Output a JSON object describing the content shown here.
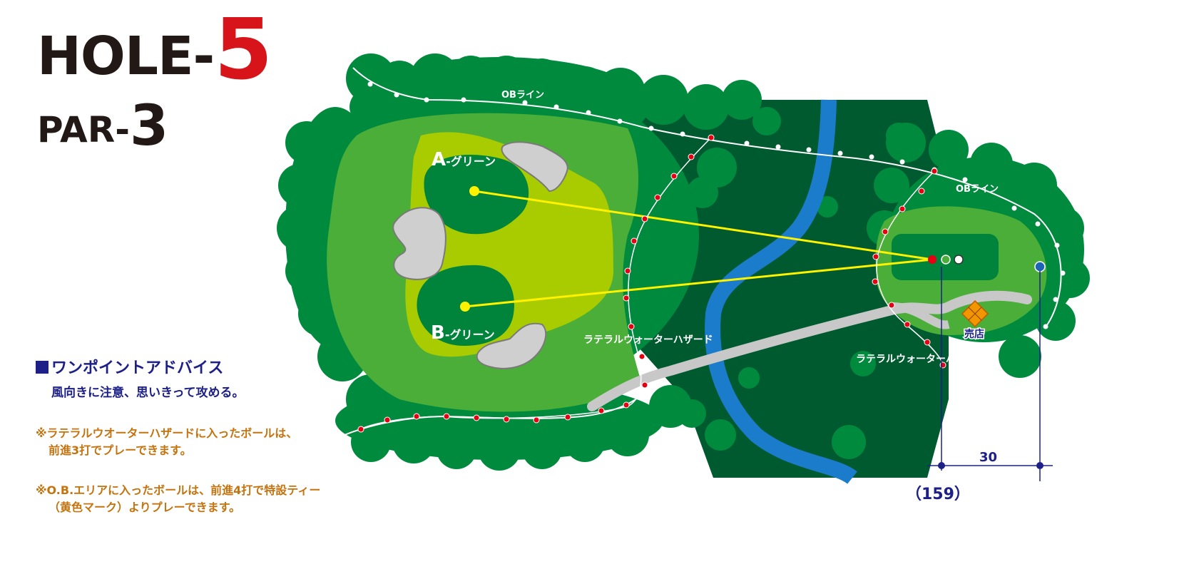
{
  "header": {
    "hole_prefix": "HOLE-",
    "hole_number": "5",
    "par_prefix": "PAR-",
    "par_number": "3"
  },
  "advice": {
    "heading": "ワンポイントアドバイス",
    "text": "風向きに注意、思いきって攻める。"
  },
  "notes": [
    {
      "line1": "※ラテラルウオーターハザードに入ったボールは、",
      "line2": "前進3打でプレーできます。"
    },
    {
      "line1": "※O.B.エリアに入ったボールは、前進4打で特設ティー",
      "line2": "（黄色マーク）よりプレーできます。"
    }
  ],
  "map_labels": {
    "ob_line_left": "OBライン",
    "ob_line_right": "OBライン",
    "green_a_letter": "A",
    "green_a_suffix": "-グリーン",
    "green_b_letter": "B",
    "green_b_suffix": "-グリーン",
    "water_hazard_center": "ラテラルウォーターハザード",
    "water_hazard_right": "ラテラルウォーターハザード",
    "shop": "売店",
    "distance_30": "30",
    "distance_159": "（159）"
  },
  "colors": {
    "forest": "#008a3e",
    "rough": "#4aae38",
    "fairway": "#a9cc00",
    "green": "#00833a",
    "dark_forest": "#005a30",
    "water": "#1b7ccc",
    "path": "#c8c8c8",
    "bunker": "#cfcfcf",
    "shot_line": "#fff200",
    "hazard_stake": "#e60012",
    "dim_line": "#1d2087"
  }
}
